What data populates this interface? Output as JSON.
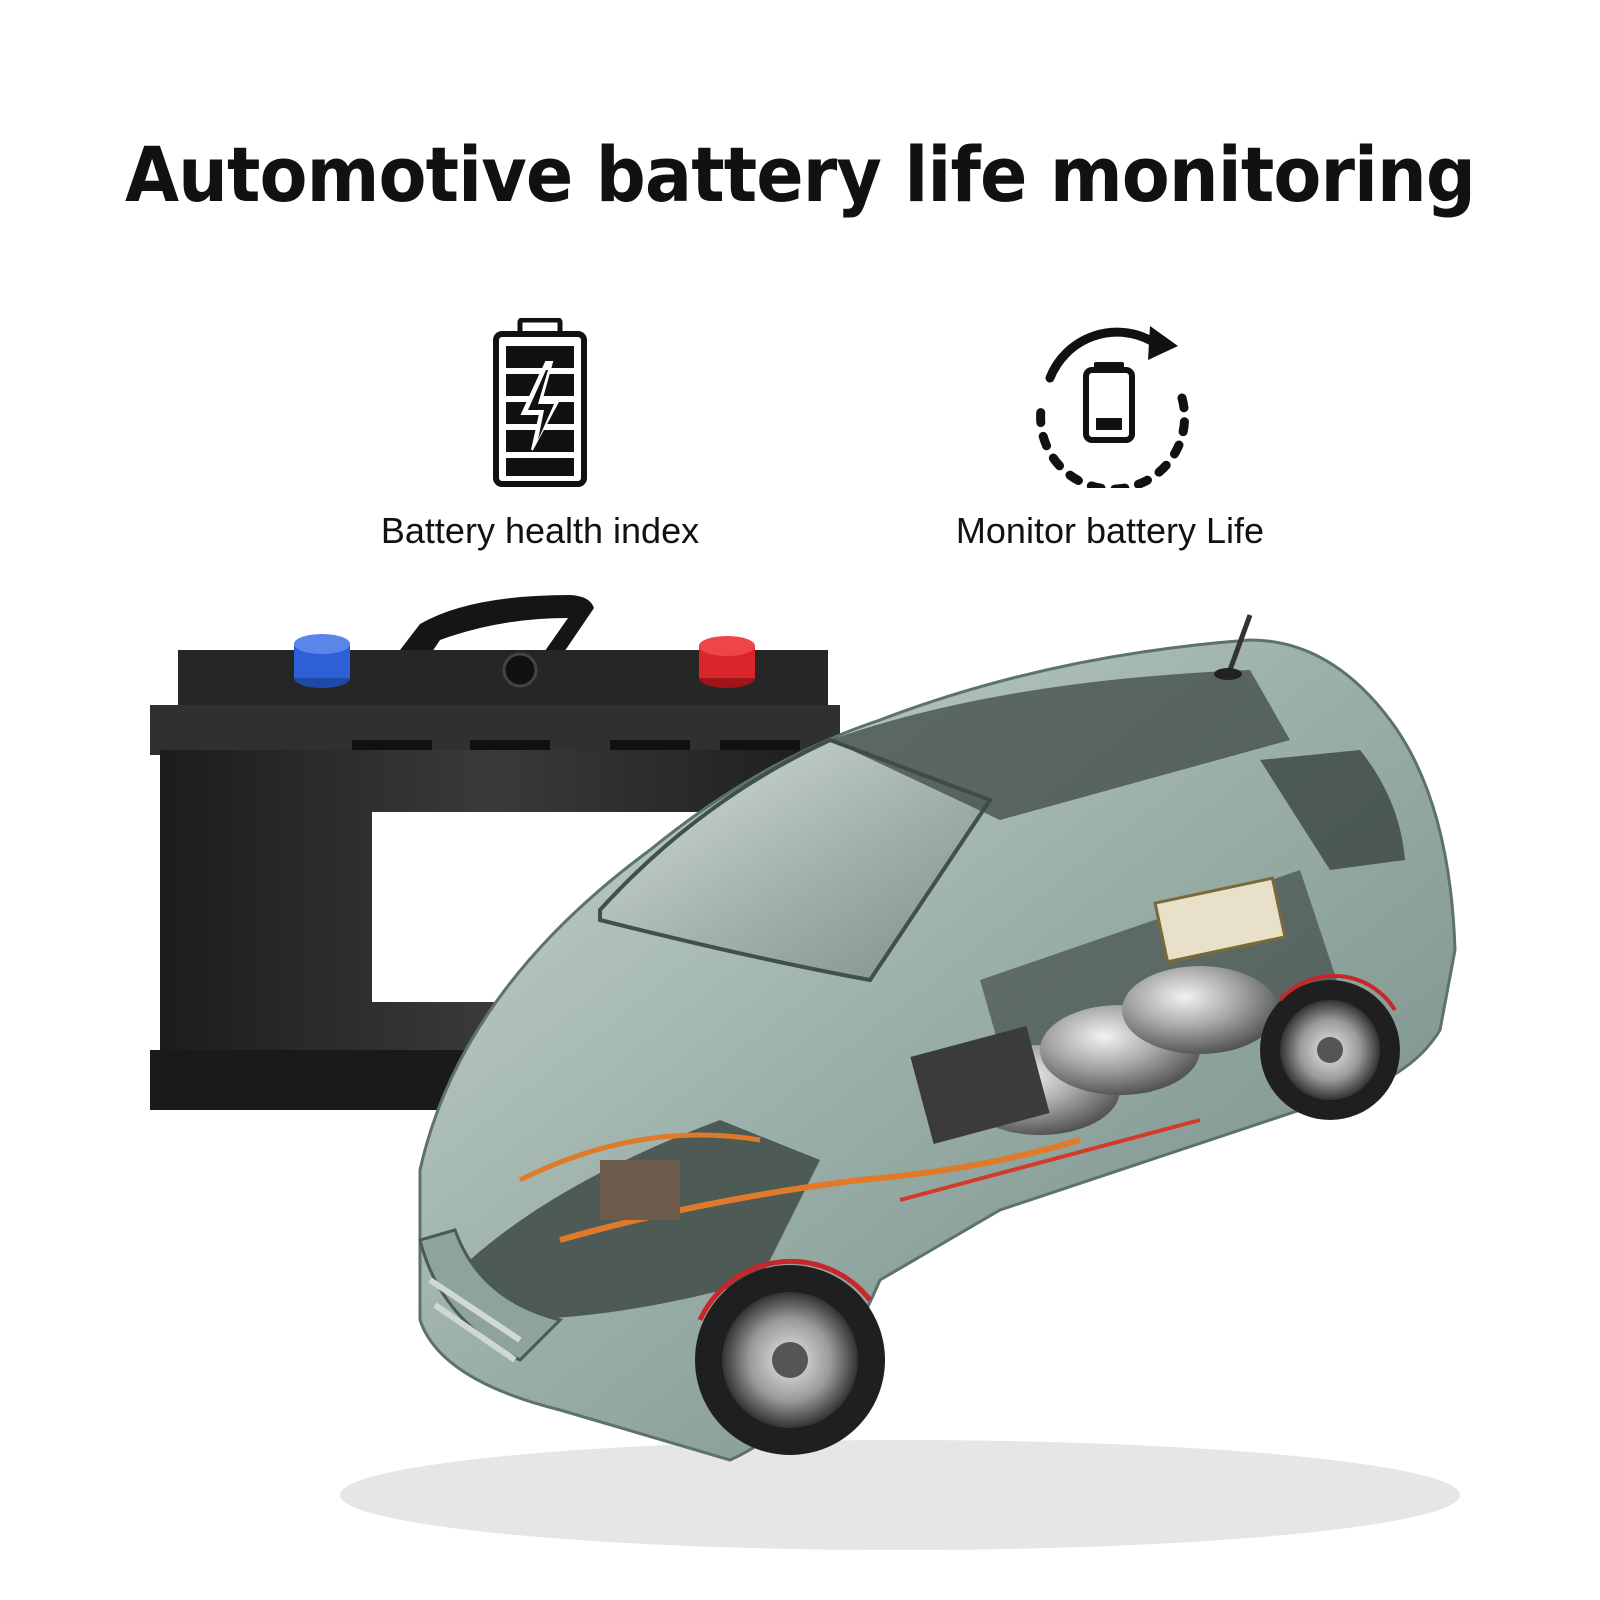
{
  "title": "Automotive battery life monitoring",
  "features": [
    {
      "label": "Battery health index",
      "icon": "battery-charging-icon"
    },
    {
      "label": "Monitor battery Life",
      "icon": "battery-cycle-icon"
    }
  ],
  "illustration": {
    "battery": "car-battery-image",
    "car": "car-cutaway-image"
  },
  "colors": {
    "terminal_negative": "#2f5fd6",
    "terminal_positive": "#d8262a",
    "car_body": "#9fb5ae",
    "battery_case": "#2b2b2b"
  }
}
